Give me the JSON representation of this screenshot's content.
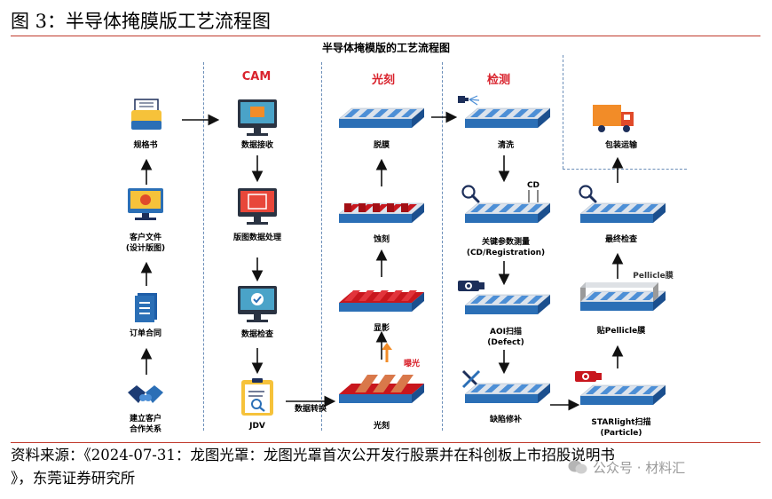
{
  "figure_title": "图 3：半导体掩膜版工艺流程图",
  "diagram": {
    "title": "半导体掩模版的工艺流程图",
    "columns": {
      "cam": "CAM",
      "lithography": "光刻",
      "inspection": "检测"
    },
    "customer": {
      "spec_book": "规格书",
      "customer_file_line1": "客户文件",
      "customer_file_line2": "(设计版图)",
      "order_contract": "订单合同",
      "partnership_line1": "建立客户",
      "partnership_line2": "合作关系"
    },
    "cam_steps": {
      "data_receive": "数据接收",
      "layout_processing": "版图数据处理",
      "data_check": "数据检查",
      "jdv": "JDV",
      "data_conversion": "数据转换"
    },
    "litho_steps": {
      "exposure": "光刻",
      "exposure_tag": "曝光",
      "develop": "显影",
      "etch": "蚀刻",
      "strip": "脱膜"
    },
    "inspect_steps": {
      "clean": "清洗",
      "cd_measure_line1": "关键参数测量",
      "cd_measure_line2": "(CD/Registration)",
      "cd_tag": "CD",
      "aoi_line1": "AOI扫描",
      "aoi_line2": "(Defect)",
      "repair": "缺陷修补",
      "starlight_line1": "STARlight扫描",
      "starlight_line2": "(Particle)",
      "pellicle_tag": "Pellicle膜",
      "attach_pellicle": "贴Pellicle膜",
      "final_check": "最终检查",
      "packaging": "包装运输"
    }
  },
  "source": {
    "line1": "资料来源：《2024-07-31：龙图光罩：龙图光罩首次公开发行股票并在科创板上市招股说明书",
    "line2": "》，东莞证券研究所"
  },
  "watermark": "公众号 · 材料汇",
  "colors": {
    "accent_red": "#d9232d",
    "plate_blue": "#2b6fb6",
    "stripe_light": "#dce3ec",
    "pattern_red": "#c8161d",
    "resist_orange": "#d9784a",
    "icon_dark": "#1d2f5a",
    "divider": "#6c8fb9"
  }
}
